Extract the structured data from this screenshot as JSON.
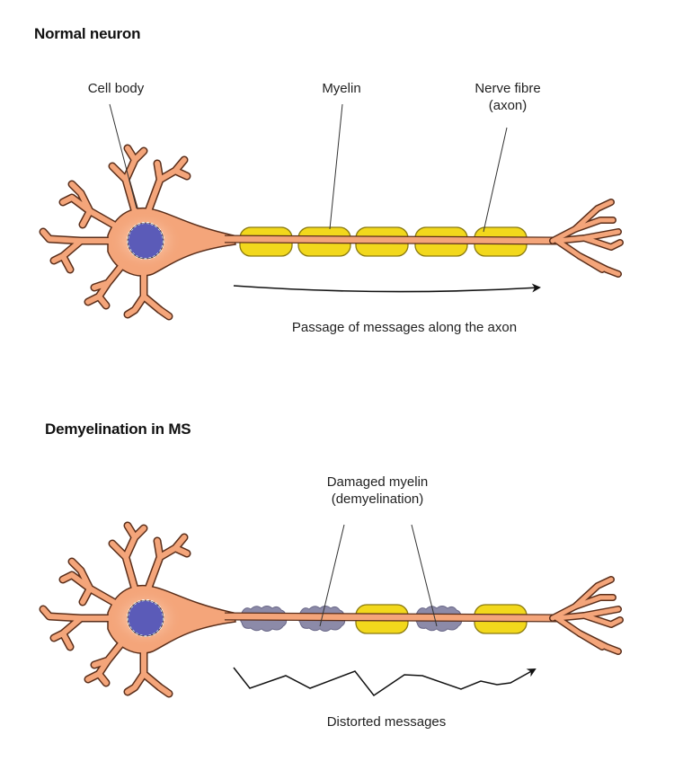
{
  "panels": [
    {
      "title": "Normal neuron",
      "labels": {
        "cell_body": "Cell body",
        "myelin": "Myelin",
        "nerve_fibre_line1": "Nerve fibre",
        "nerve_fibre_line2": "(axon)"
      },
      "caption": "Passage of messages along the axon",
      "myelin_segments": [
        "healthy",
        "healthy",
        "healthy",
        "healthy",
        "healthy"
      ]
    },
    {
      "title": "Demyelination in MS",
      "labels": {
        "damaged_line1": "Damaged myelin",
        "damaged_line2": "(demyelination)"
      },
      "caption": "Distorted messages",
      "myelin_segments": [
        "damaged",
        "damaged",
        "healthy",
        "damaged",
        "healthy"
      ]
    }
  ],
  "colors": {
    "cell": "#f4a57a",
    "cell_outline": "#5a2e1a",
    "nucleus": "#5b5bb8",
    "myelin": "#f2d81c",
    "myelin_outline": "#8a7a10",
    "damaged_myelin": "#8c8aa8",
    "text": "#222222"
  }
}
